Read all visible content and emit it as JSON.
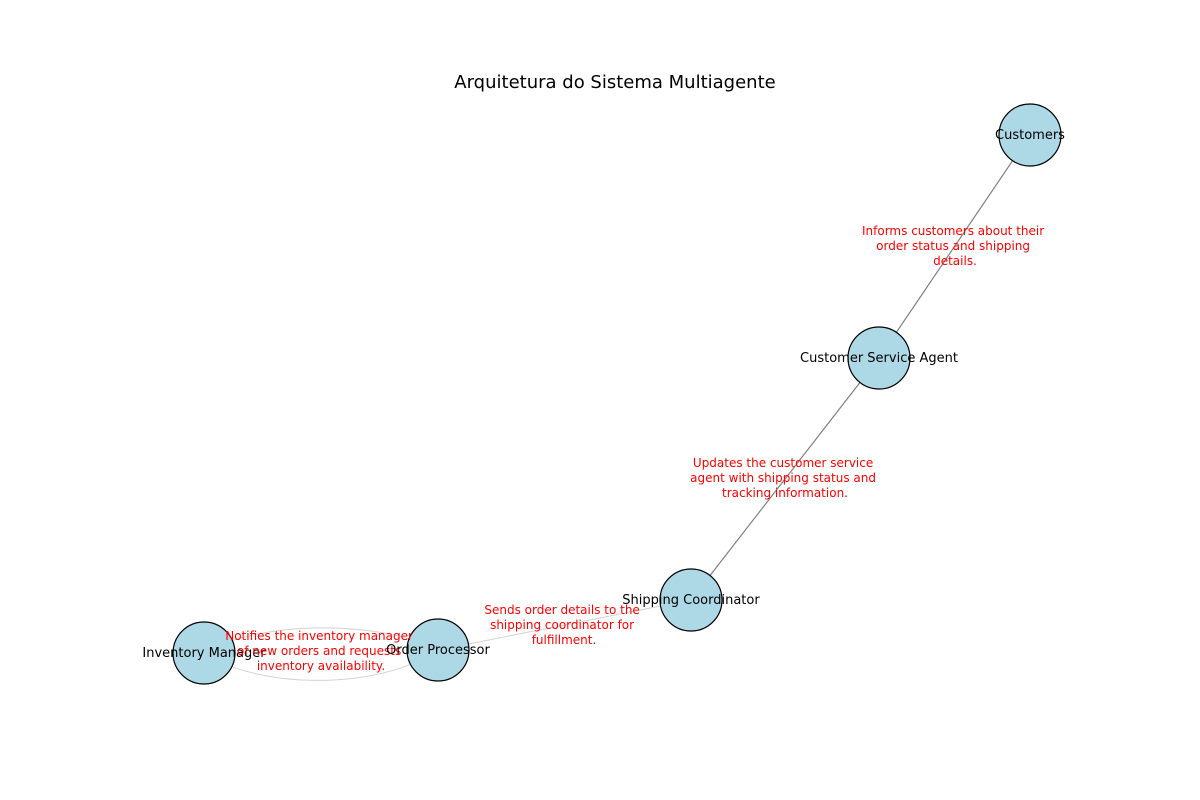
{
  "title": "Arquitetura do Sistema Multiagente",
  "colors": {
    "node_fill": "#add8e6",
    "node_stroke": "#000000",
    "edge": "#808080",
    "edge_label": "#ff0000"
  },
  "nodes": {
    "customers": "Customers",
    "customer_service_agent": "Customer Service Agent",
    "shipping_coordinator": "Shipping Coordinator",
    "order_processor": "Order Processor",
    "inventory_manager": "Inventory Manager"
  },
  "edges": {
    "csa_to_customers": {
      "lines": [
        "Informs customers about their",
        "order status and shipping",
        "details."
      ]
    },
    "shipping_to_csa": {
      "lines": [
        "Updates the customer service",
        "agent with shipping status and",
        "tracking information."
      ]
    },
    "order_to_shipping": {
      "lines": [
        "Sends order details to the",
        "shipping coordinator for",
        "fulfillment."
      ]
    },
    "order_to_inventory": {
      "lines": [
        "Notifies the inventory manager",
        "of new orders and requests",
        "inventory availability."
      ]
    }
  }
}
